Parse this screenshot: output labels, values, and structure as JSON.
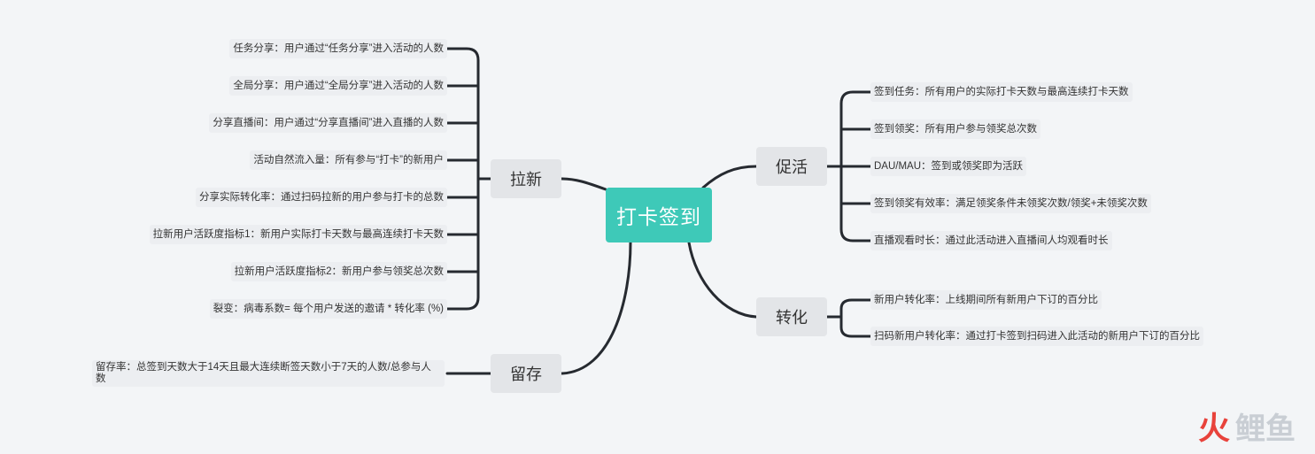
{
  "root": {
    "label": "打卡签到"
  },
  "branches": {
    "laxin": {
      "label": "拉新",
      "items": [
        "任务分享：用户通过“任务分享”进入活动的人数",
        "全局分享：用户通过“全局分享”进入活动的人数",
        "分享直播间：用户通过“分享直播间”进入直播的人数",
        "活动自然流入量：所有参与“打卡”的新用户",
        "分享实际转化率：通过扫码拉新的用户参与打卡的总数",
        "拉新用户活跃度指标1：新用户实际打卡天数与最高连续打卡天数",
        "拉新用户活跃度指标2：新用户参与领奖总次数",
        "裂变：病毒系数= 每个用户发送的邀请 * 转化率 (%)"
      ]
    },
    "liucun": {
      "label": "留存",
      "items": [
        "留存率：总签到天数大于14天且最大连续断签天数小于7天的人数/总参与人数"
      ]
    },
    "cuhuo": {
      "label": "促活",
      "items": [
        "签到任务：所有用户的实际打卡天数与最高连续打卡天数",
        "签到领奖：所有用户参与领奖总次数",
        "DAU/MAU：签到或领奖即为活跃",
        "签到领奖有效率：满足领奖条件未领奖次数/领奖+未领奖次数",
        "直播观看时长：通过此活动进入直播间人均观看时长"
      ]
    },
    "zhuanhua": {
      "label": "转化",
      "items": [
        "新用户转化率：上线期间所有新用户下订的百分比",
        "扫码新用户转化率：通过打卡签到扫码进入此活动的新用户下订的百分比"
      ]
    }
  },
  "logo": {
    "fire": "火",
    "rest": "鲤鱼",
    "fire_color": "#e8423b",
    "rest_color": "#c9ced4"
  },
  "colors": {
    "root_bg": "#3ec9b8",
    "branch_bg": "#e3e5e8",
    "line": "#262a30",
    "background": "#f3f5f7"
  }
}
